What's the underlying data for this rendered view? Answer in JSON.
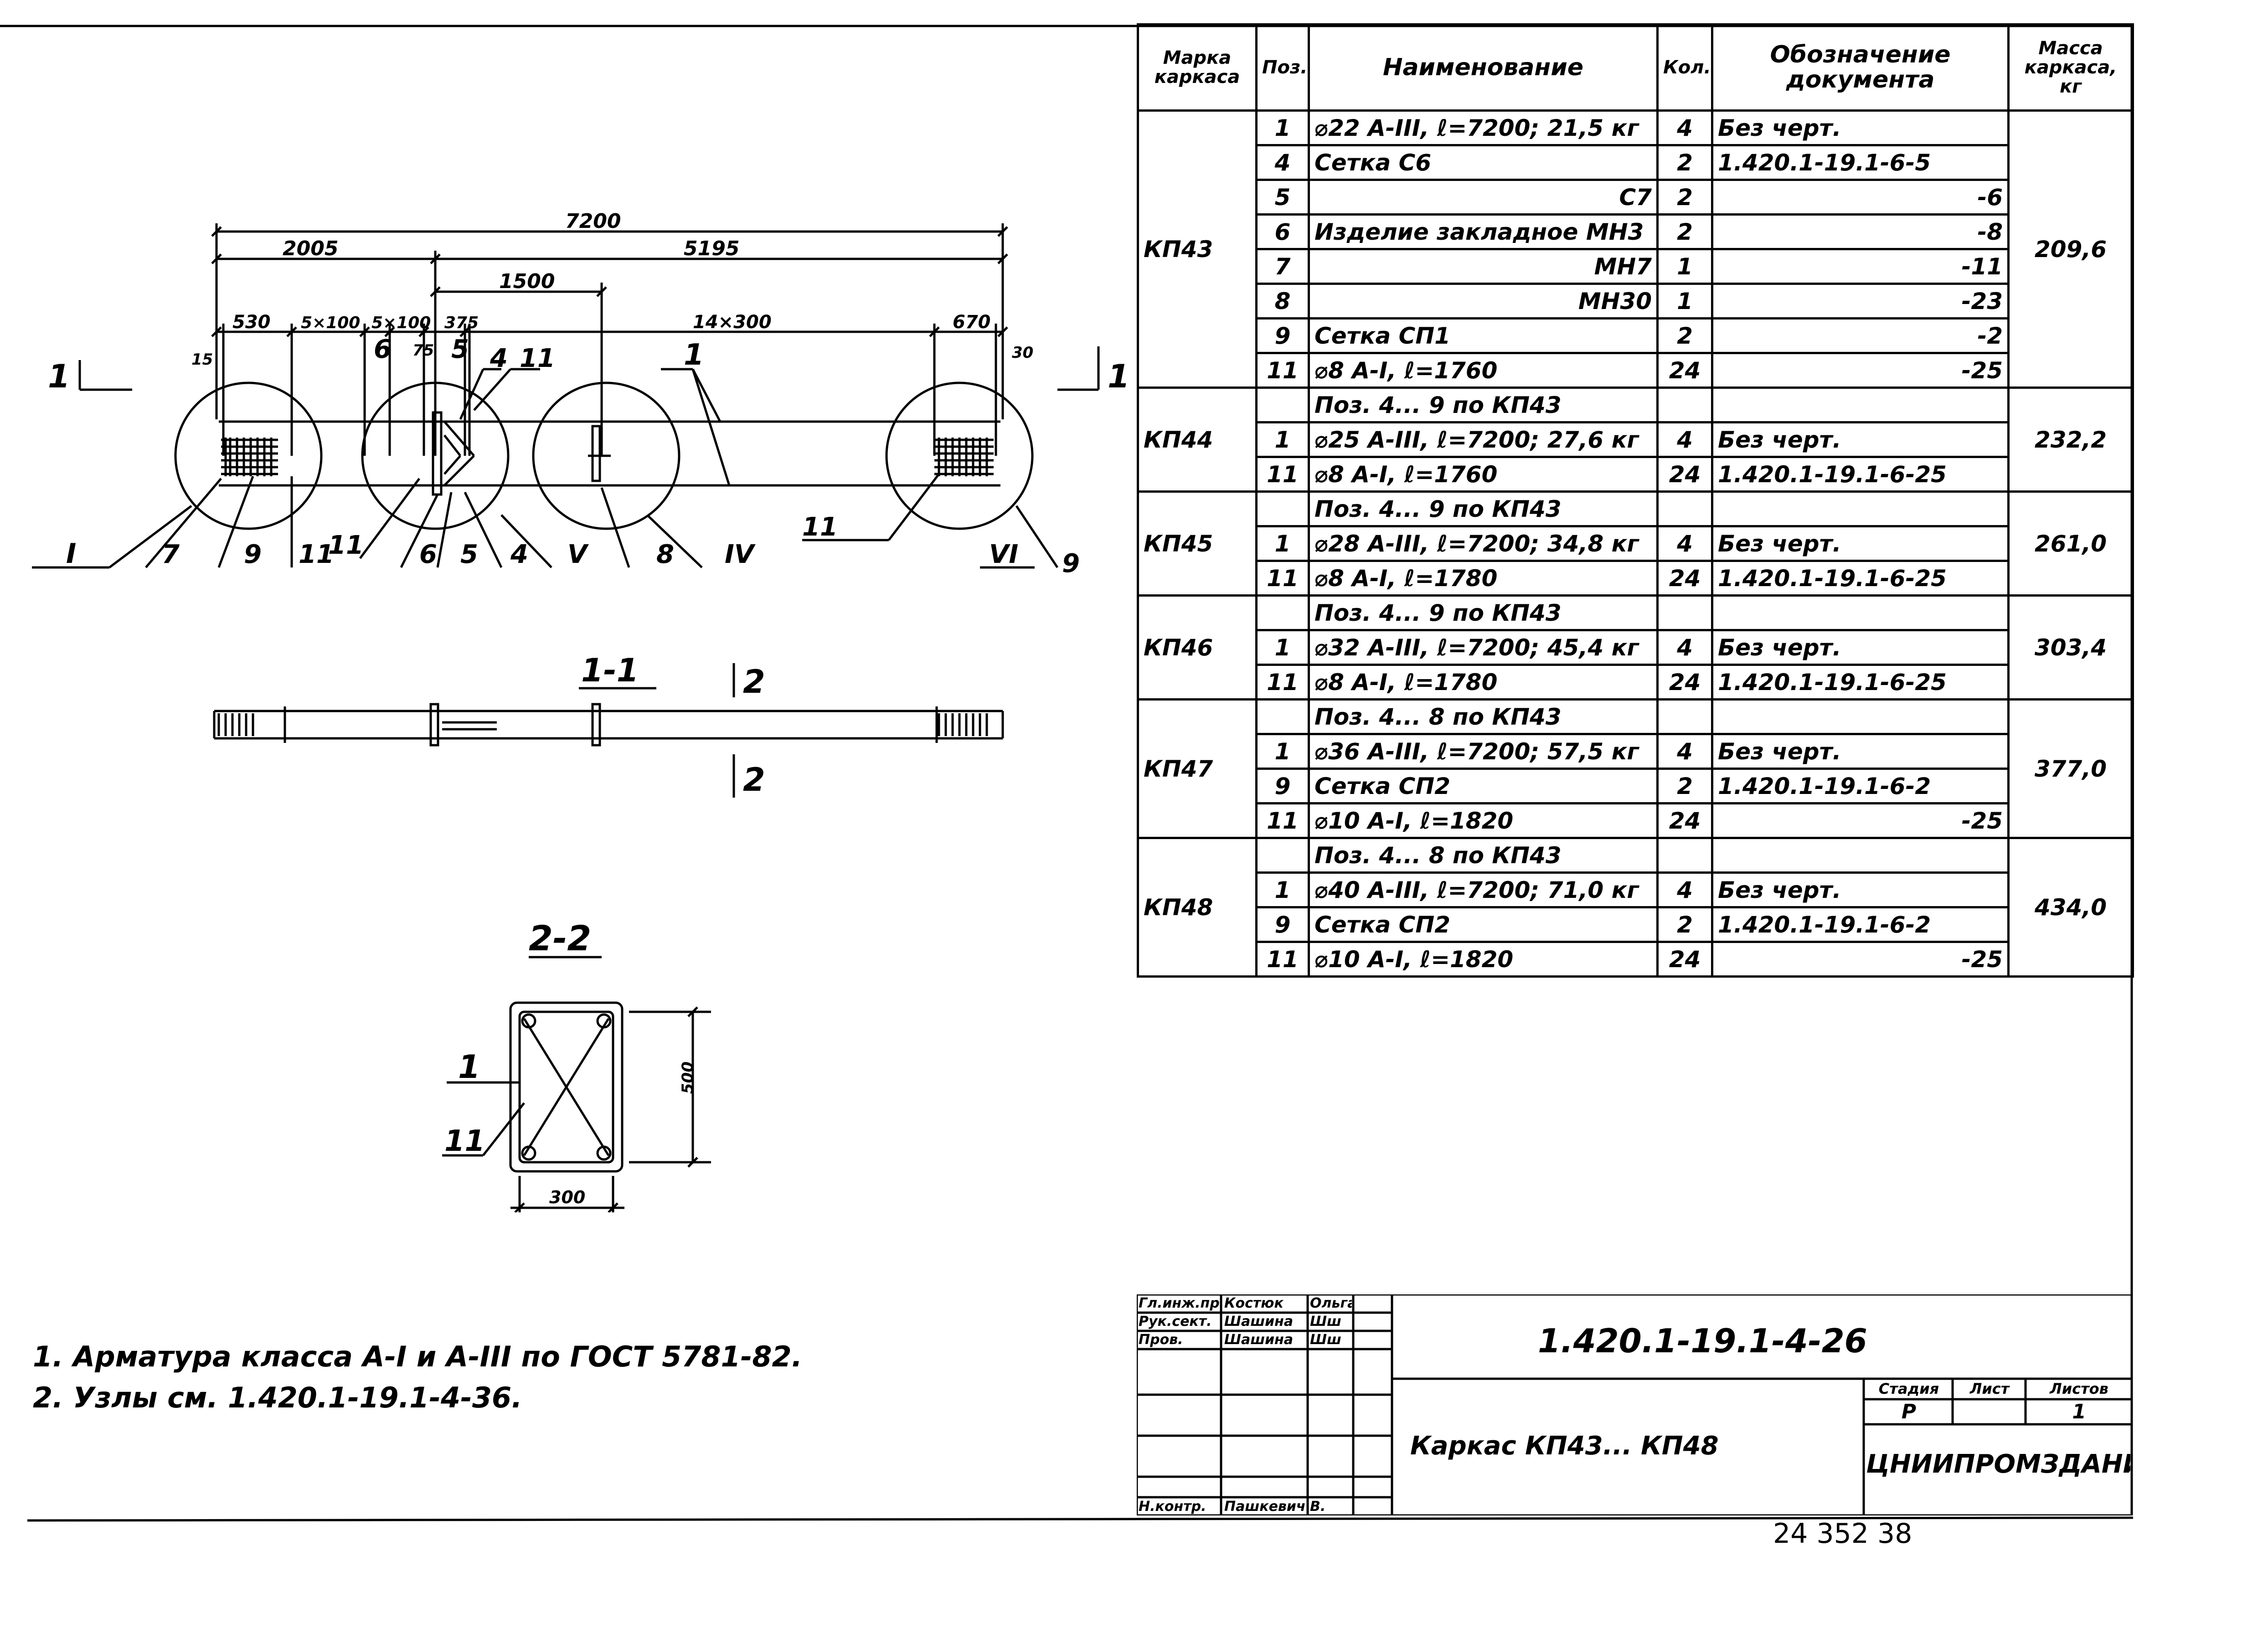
{
  "sheet": {
    "doc_code": "1.420.1-19.1-4-26",
    "title": "Каркас КП43... КП48",
    "organization": "ЦНИИПРОМЗДАНИЙ",
    "stage_label": "Стадия",
    "sheet_label": "Лист",
    "sheets_label": "Листов",
    "stage": "Р",
    "sheets_count": "1",
    "footer_numbers": "24 352   38"
  },
  "signatures": [
    {
      "role": "Гл.инж.пр.",
      "name": "Костюк",
      "sign": "Ольга"
    },
    {
      "role": "Рук.сект.",
      "name": "Шашина",
      "sign": "Шш"
    },
    {
      "role": "Пров.",
      "name": "Шашина",
      "sign": "Шш"
    },
    {
      "role": "",
      "name": "",
      "sign": ""
    },
    {
      "role": "",
      "name": "",
      "sign": ""
    },
    {
      "role": "Н.контр.",
      "name": "Пашкевич",
      "sign": "В."
    }
  ],
  "notes": [
    "1. Арматура класса А-I и А-III по ГОСТ 5781-82.",
    "2. Узлы см. 1.420.1-19.1-4-36."
  ],
  "drawing": {
    "section_marks": {
      "s1_left": "1",
      "s1_right": "1",
      "s2_top": "2",
      "s2_bottom": "2"
    },
    "view_titles": {
      "section_1": "1-1",
      "section_2": "2-2"
    },
    "dimensions": {
      "total": "7200",
      "left": "2005",
      "right": "5195",
      "mid": "1500",
      "d530": "530",
      "d5x100a": "5×100",
      "d5x100b": "5×100",
      "d375": "375",
      "d14x300": "14×300",
      "d670": "670",
      "d15": "15",
      "d30": "30",
      "d75": "75",
      "sec_h": "500",
      "sec_w": "300"
    },
    "callouts": {
      "c1": "1",
      "c4": "4",
      "c5": "5",
      "c6": "6",
      "c11top": "11",
      "b7": "7",
      "b9": "9",
      "b11": "11",
      "b11b": "11",
      "b6": "6",
      "b5": "5",
      "b4": "4",
      "b8": "8",
      "b11c": "11",
      "b9r": "9",
      "sec1": "1",
      "sec11": "11"
    },
    "nodes": {
      "n1": "I",
      "n5": "V",
      "n4": "IV",
      "n6": "VI"
    }
  },
  "spec": {
    "headers": {
      "mark": "Марка каркаса",
      "pos": "Поз.",
      "name": "Наименование",
      "qty": "Кол.",
      "doc": "Обозначение документа",
      "mass": "Масса каркаса, кг"
    },
    "groups": [
      {
        "mark": "КП43",
        "mass": "209,6",
        "rows": [
          {
            "pos": "1",
            "name": "⌀22 А-III, ℓ=7200; 21,5 кг",
            "qty": "4",
            "doc": "Без черт."
          },
          {
            "pos": "4",
            "name": "Сетка С6",
            "qty": "2",
            "doc": "1.420.1-19.1-6-5"
          },
          {
            "pos": "5",
            "name": "С7",
            "qty": "2",
            "doc": "-6"
          },
          {
            "pos": "6",
            "name": "Изделие закладное МН3",
            "qty": "2",
            "doc": "-8"
          },
          {
            "pos": "7",
            "name": "МН7",
            "qty": "1",
            "doc": "-11"
          },
          {
            "pos": "8",
            "name": "МН30",
            "qty": "1",
            "doc": "-23"
          },
          {
            "pos": "9",
            "name": "Сетка СП1",
            "qty": "2",
            "doc": "-2"
          },
          {
            "pos": "11",
            "name": "⌀8 А-I, ℓ=1760",
            "qty": "24",
            "doc": "-25"
          }
        ]
      },
      {
        "mark": "КП44",
        "mass": "232,2",
        "rows": [
          {
            "pos": "",
            "name": "Поз. 4... 9 по КП43",
            "qty": "",
            "doc": ""
          },
          {
            "pos": "1",
            "name": "⌀25 А-III, ℓ=7200; 27,6 кг",
            "qty": "4",
            "doc": "Без черт."
          },
          {
            "pos": "11",
            "name": "⌀8 А-I, ℓ=1760",
            "qty": "24",
            "doc": "1.420.1-19.1-6-25"
          }
        ]
      },
      {
        "mark": "КП45",
        "mass": "261,0",
        "rows": [
          {
            "pos": "",
            "name": "Поз. 4... 9 по КП43",
            "qty": "",
            "doc": ""
          },
          {
            "pos": "1",
            "name": "⌀28 А-III, ℓ=7200; 34,8 кг",
            "qty": "4",
            "doc": "Без черт."
          },
          {
            "pos": "11",
            "name": "⌀8 А-I, ℓ=1780",
            "qty": "24",
            "doc": "1.420.1-19.1-6-25"
          }
        ]
      },
      {
        "mark": "КП46",
        "mass": "303,4",
        "rows": [
          {
            "pos": "",
            "name": "Поз. 4... 9 по КП43",
            "qty": "",
            "doc": ""
          },
          {
            "pos": "1",
            "name": "⌀32 А-III, ℓ=7200; 45,4 кг",
            "qty": "4",
            "doc": "Без черт."
          },
          {
            "pos": "11",
            "name": "⌀8 А-I, ℓ=1780",
            "qty": "24",
            "doc": "1.420.1-19.1-6-25"
          }
        ]
      },
      {
        "mark": "КП47",
        "mass": "377,0",
        "rows": [
          {
            "pos": "",
            "name": "Поз. 4... 8 по КП43",
            "qty": "",
            "doc": ""
          },
          {
            "pos": "1",
            "name": "⌀36 А-III, ℓ=7200; 57,5 кг",
            "qty": "4",
            "doc": "Без черт."
          },
          {
            "pos": "9",
            "name": "Сетка СП2",
            "qty": "2",
            "doc": "1.420.1-19.1-6-2"
          },
          {
            "pos": "11",
            "name": "⌀10 А-I, ℓ=1820",
            "qty": "24",
            "doc": "-25"
          }
        ]
      },
      {
        "mark": "КП48",
        "mass": "434,0",
        "rows": [
          {
            "pos": "",
            "name": "Поз. 4... 8 по КП43",
            "qty": "",
            "doc": ""
          },
          {
            "pos": "1",
            "name": "⌀40 А-III, ℓ=7200; 71,0 кг",
            "qty": "4",
            "doc": "Без черт."
          },
          {
            "pos": "9",
            "name": "Сетка СП2",
            "qty": "2",
            "doc": "1.420.1-19.1-6-2"
          },
          {
            "pos": "11",
            "name": "⌀10 А-I, ℓ=1820",
            "qty": "24",
            "doc": "-25"
          }
        ]
      }
    ]
  }
}
